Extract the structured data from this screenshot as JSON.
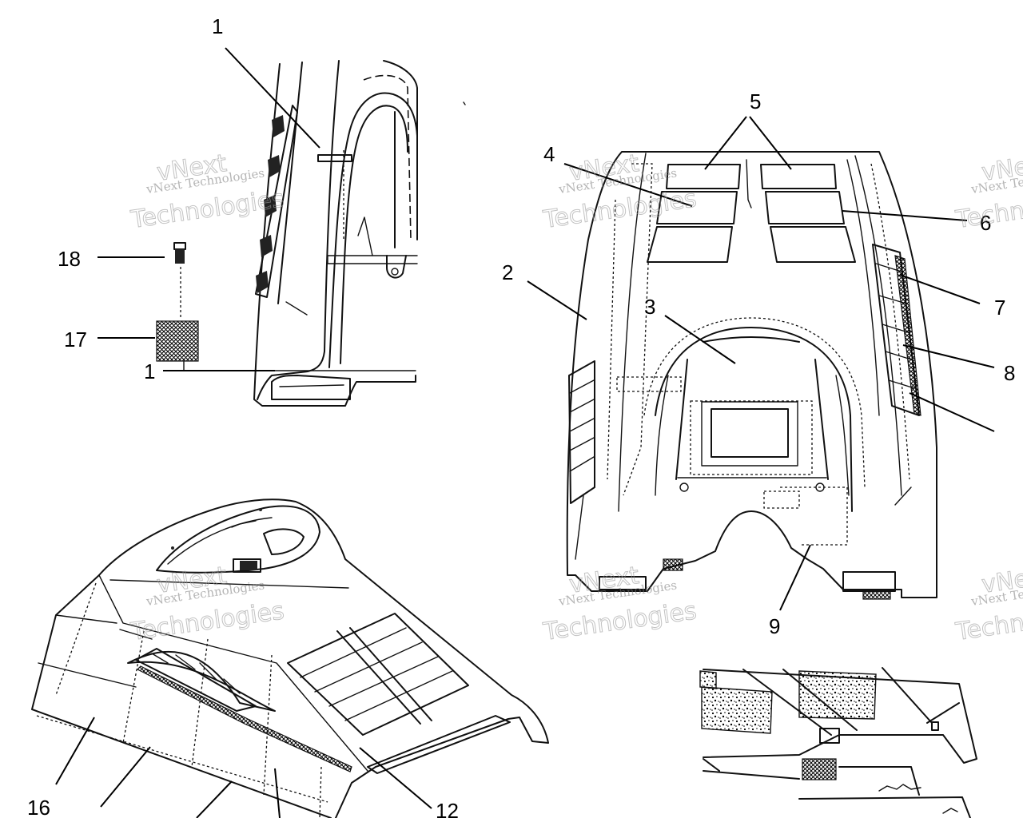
{
  "diagram": {
    "callouts": [
      {
        "id": "1a",
        "label": "1"
      },
      {
        "id": "1b",
        "label": "1"
      },
      {
        "id": "2",
        "label": "2"
      },
      {
        "id": "3",
        "label": "3"
      },
      {
        "id": "4",
        "label": "4"
      },
      {
        "id": "5",
        "label": "5"
      },
      {
        "id": "6",
        "label": "6"
      },
      {
        "id": "7",
        "label": "7"
      },
      {
        "id": "8",
        "label": "8"
      },
      {
        "id": "9",
        "label": "9"
      },
      {
        "id": "12",
        "label": "12"
      },
      {
        "id": "16",
        "label": "16"
      },
      {
        "id": "17",
        "label": "17"
      },
      {
        "id": "18",
        "label": "18"
      }
    ],
    "watermark": {
      "line1": "vNext Technologies",
      "line2": "vNext",
      "line3": "Technologies"
    }
  }
}
